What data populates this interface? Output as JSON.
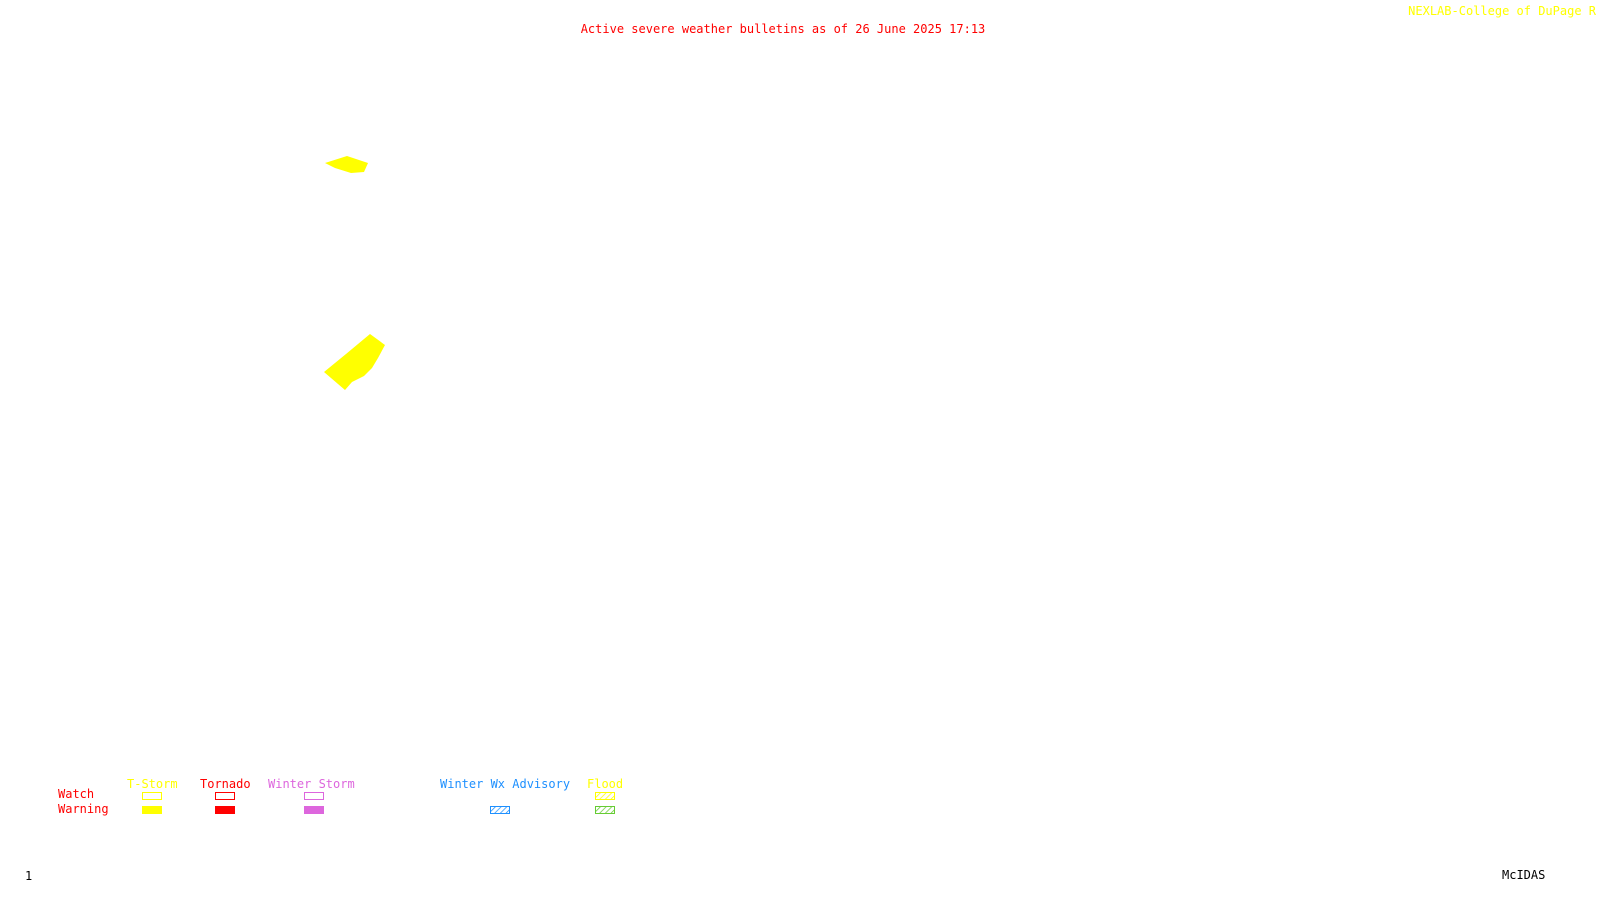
{
  "header": {
    "title": "Active severe weather bulletins as of 26 June 2025 17:13",
    "credit": "NEXLAB-College of DuPage R"
  },
  "legend": {
    "row_labels": {
      "watch": "Watch",
      "warning": "Warning"
    },
    "categories": {
      "tstorm": {
        "label": "T-Storm",
        "color": "#ffff00"
      },
      "tornado": {
        "label": "Tornado",
        "color": "#ff0000"
      },
      "winter_storm": {
        "label": "Winter Storm",
        "color": "#dd66dd"
      },
      "winter_wx_advisory": {
        "label": "Winter Wx Advisory",
        "color": "#1e90ff"
      },
      "flood": {
        "label": "Flood",
        "color": "#ffff00",
        "warning_color": "#66cc33"
      }
    },
    "label_color": "#ff0000"
  },
  "map": {
    "active_warnings": [
      {
        "type": "T-Storm",
        "color": "#ffff00"
      },
      {
        "type": "T-Storm",
        "color": "#ffff00"
      }
    ]
  },
  "footer": {
    "frame": "1",
    "software": "McIDAS"
  }
}
